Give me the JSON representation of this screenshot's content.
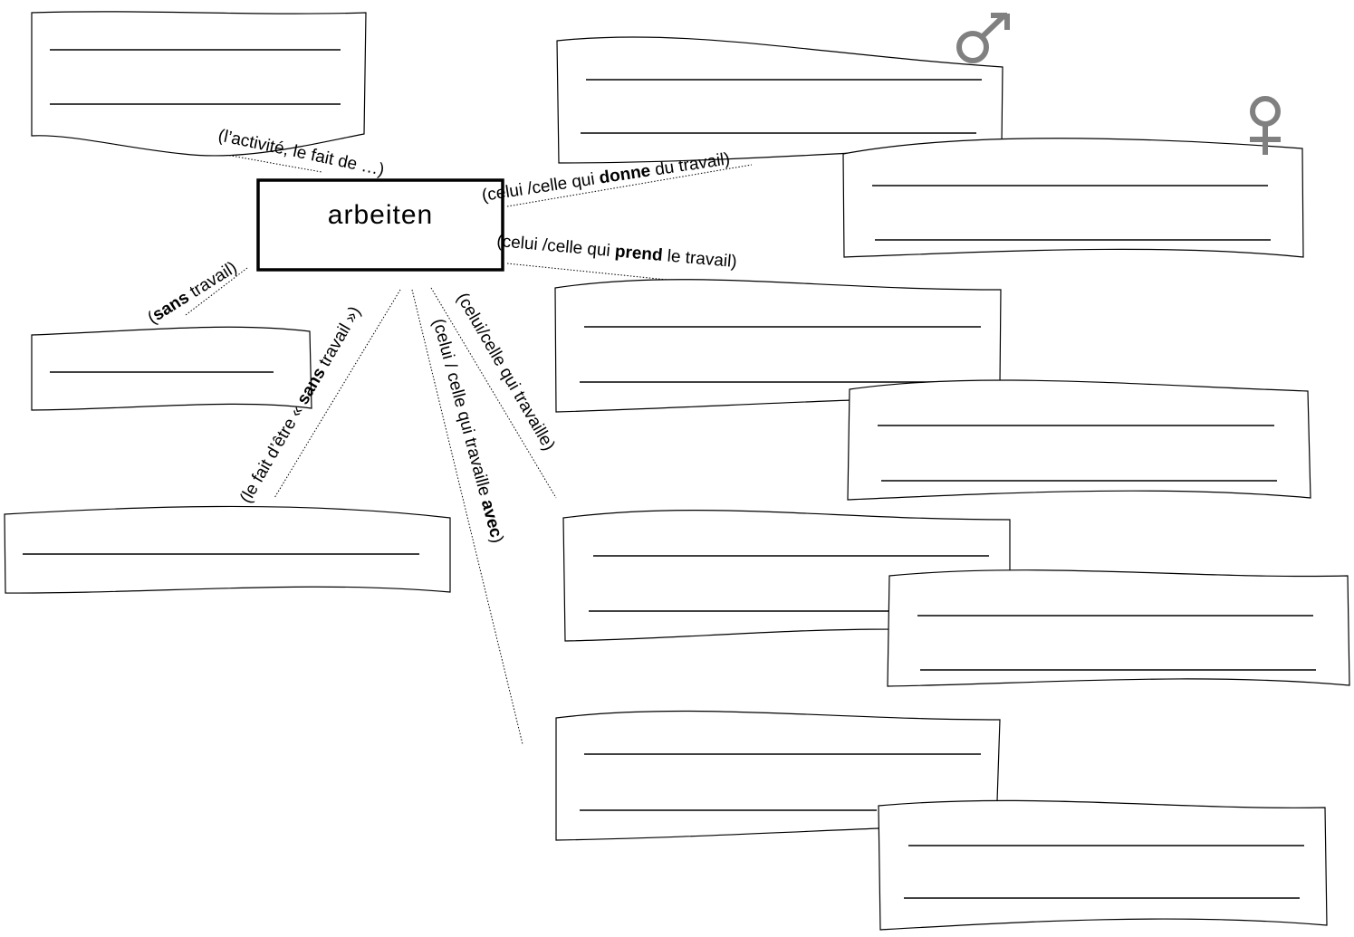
{
  "center": {
    "word": "arbeiten"
  },
  "labels": {
    "activity": "(l’activité, le fait de …)",
    "giver": {
      "before": "(celui /celle qui ",
      "bold": "donne",
      "after": " du travail)"
    },
    "taker": {
      "before": "(celui /celle qui ",
      "bold": "prend",
      "after": " le travail)"
    },
    "without": {
      "open": "(",
      "bold": "sans",
      "after": " travail)"
    },
    "being_without": {
      "before": "(le fait d’être « ",
      "bold": "sans",
      "after": " travail »)"
    },
    "coworker": {
      "before": "(celui / celle qui travaille ",
      "bold": "avec",
      "after": ")"
    },
    "worker": "(celui/celle qui travaille)"
  },
  "symbols": {
    "male": "male-symbol",
    "female": "female-symbol"
  },
  "colors": {
    "symbol": "#808080",
    "stroke": "#000000"
  }
}
